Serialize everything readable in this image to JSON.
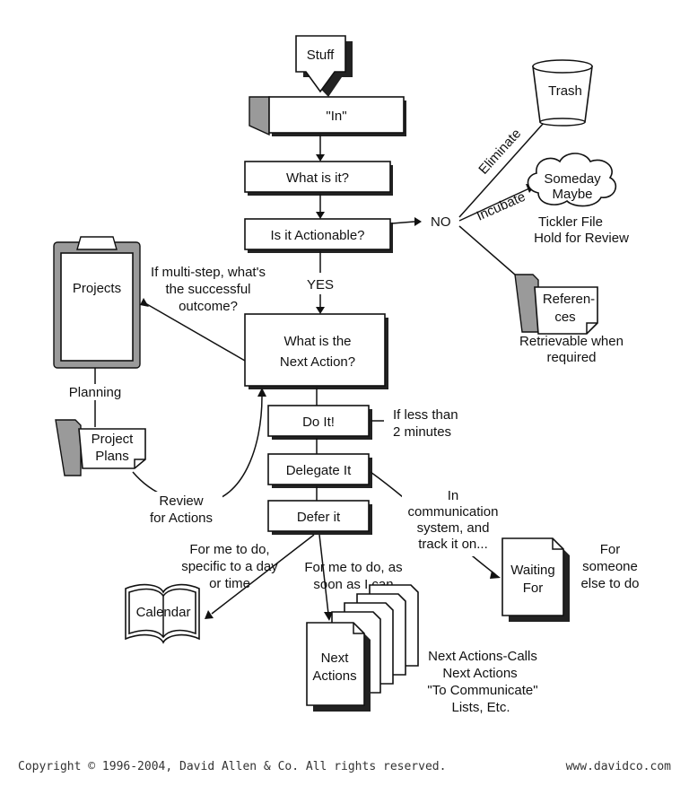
{
  "nodes": {
    "stuff": "Stuff",
    "in": "\"In\"",
    "what_is_it": "What is it?",
    "actionable": "Is it Actionable?",
    "no": "NO",
    "yes": "YES",
    "next_action": [
      "What is the",
      "Next Action?"
    ],
    "do_it": "Do It!",
    "delegate_it": "Delegate It",
    "defer_it": "Defer it",
    "trash": "Trash",
    "someday_maybe": [
      "Someday",
      "Maybe"
    ],
    "tickler": [
      "Tickler File",
      "Hold for Review"
    ],
    "references": [
      "Referen-",
      "ces"
    ],
    "retrievable": [
      "Retrievable when",
      "required"
    ],
    "projects": "Projects",
    "project_plans": [
      "Project",
      "Plans"
    ],
    "calendar": "Calendar",
    "waiting_for": [
      "Waiting",
      "For"
    ],
    "next_actions_doc": [
      "Next",
      "Actions"
    ]
  },
  "labels": {
    "eliminate": "Eliminate",
    "incubate": "Incubate",
    "multistep": [
      "If multi-step, what's",
      "the successful",
      "outcome?"
    ],
    "planning": "Planning",
    "review": [
      "Review",
      "for Actions"
    ],
    "less_than": [
      "If less than",
      "2 minutes"
    ],
    "communication": [
      "In",
      "communication",
      "system, and",
      "track it on..."
    ],
    "for_someone": [
      "For",
      "someone",
      "else to do"
    ],
    "for_me_day": [
      "For me to do,",
      "specific to a day",
      "or time"
    ],
    "for_me_asap": [
      "For me to do, as",
      "soon as I can"
    ],
    "lists": [
      "Next Actions-Calls",
      "Next Actions",
      "\"To Communicate\"",
      "Lists, Etc."
    ]
  },
  "footer": {
    "copyright": "Copyright © 1996-2004, David Allen & Co.  All rights reserved.",
    "website": "www.davidco.com"
  }
}
